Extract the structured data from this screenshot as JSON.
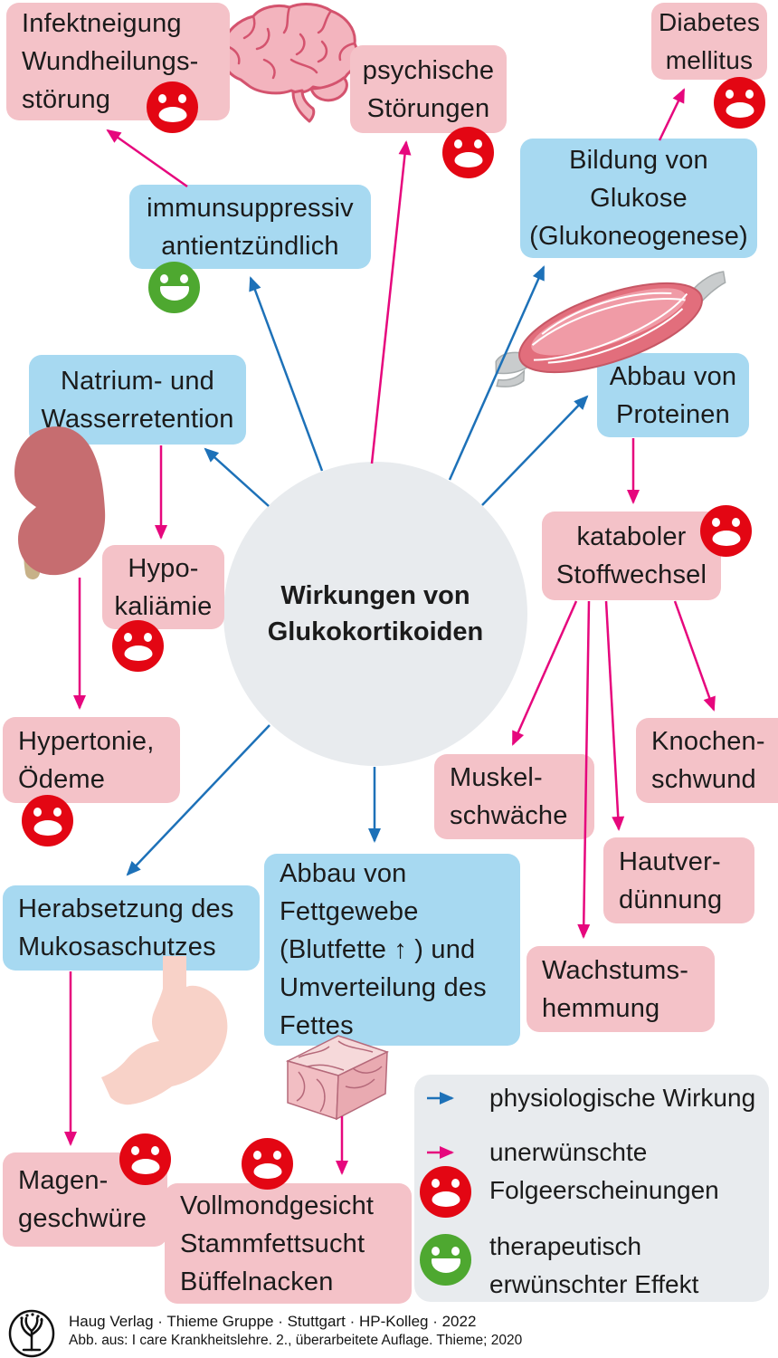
{
  "title": {
    "label": "Wirkungen von\nGlukokortikoiden"
  },
  "nodes": {
    "infektneigung": {
      "label": "Infektneigung\nWundheilungs-\nstörung",
      "category": "unerwünschte Folgeerscheinung"
    },
    "psychische": {
      "label": "psychische\nStörungen",
      "category": "unerwünschte Folgeerscheinung"
    },
    "diabetes": {
      "label": "Diabetes\nmellitus",
      "category": "unerwünschte Folgeerscheinung"
    },
    "immunsuppressiv": {
      "label": "immunsuppressiv\nantientzündlich",
      "category": "physiologische Wirkung / therapeutisch erwünscht"
    },
    "bildung_glukose": {
      "label": "Bildung von\nGlukose\n(Glukoneogenese)",
      "category": "physiologische Wirkung"
    },
    "natrium": {
      "label": "Natrium- und\nWasserretention",
      "category": "physiologische Wirkung"
    },
    "hypokaliaemie": {
      "label": "Hypo-\nkaliämie",
      "category": "unerwünschte Folgeerscheinung"
    },
    "abbau_proteine": {
      "label": "Abbau von\nProteinen",
      "category": "physiologische Wirkung"
    },
    "kataboler": {
      "label": "kataboler\nStoffwechsel",
      "category": "unerwünschte Folgeerscheinung"
    },
    "hypertonie": {
      "label": "Hypertonie,\nÖdeme",
      "category": "unerwünschte Folgeerscheinung"
    },
    "muskelschwaeche": {
      "label": "Muskel-\nschwäche",
      "category": "unerwünschte Folgeerscheinung"
    },
    "knochenschwund": {
      "label": "Knochen-\nschwund",
      "category": "unerwünschte Folgeerscheinung"
    },
    "hautverduennung": {
      "label": "Hautver-\ndünnung",
      "category": "unerwünschte Folgeerscheinung"
    },
    "herabsetzung": {
      "label": "Herabsetzung des\nMukosaschutzes",
      "category": "physiologische Wirkung"
    },
    "abbau_fett": {
      "label": "Abbau von\nFettgewebe\n(Blutfette ↑ ) und\nUmverteilung des\nFettes",
      "category": "physiologische Wirkung"
    },
    "wachstum": {
      "label": "Wachstums-\nhemmung",
      "category": "unerwünschte Folgeerscheinung"
    },
    "magen": {
      "label": "Magen-\ngeschwüre",
      "category": "unerwünschte Folgeerscheinung"
    },
    "vollmond": {
      "label": "Vollmondgesicht\nStammfettsucht\nBüffelnacken",
      "category": "unerwünschte Folgeerscheinung"
    }
  },
  "legend": {
    "physiological": "physiologische Wirkung",
    "adverse": "unerwünschte\nFolgeerscheinungen",
    "therapeutic": "therapeutisch\nerwünschter Effekt"
  },
  "footer": {
    "line1": "Haug Verlag · Thieme Gruppe · Stuttgart · HP-Kolleg · 2022",
    "line2": "Abb. aus: I care Krankheitslehre. 2., überarbeitete Auflage. Thieme; 2020"
  },
  "colors": {
    "box_pink": "#f4c2c8",
    "box_blue": "#a7d9f1",
    "hub_gray": "#e8ebee",
    "arrow_blue": "#1d71b8",
    "arrow_pink": "#e6077d",
    "face_red": "#e30613",
    "face_green": "#4ea830"
  },
  "icons": {
    "brain-icon": "brain illustration (psyche)",
    "muscle-icon": "skeletal muscle illustration",
    "kidney-icon": "kidney with ureter illustration",
    "stomach-icon": "stomach illustration",
    "fat-tissue-icon": "fat tissue cube illustration",
    "sad-face-icon": "red frowning smiley",
    "happy-face-icon": "green smiling smiley",
    "thieme-tree-logo": "publisher tree logo in oval"
  }
}
